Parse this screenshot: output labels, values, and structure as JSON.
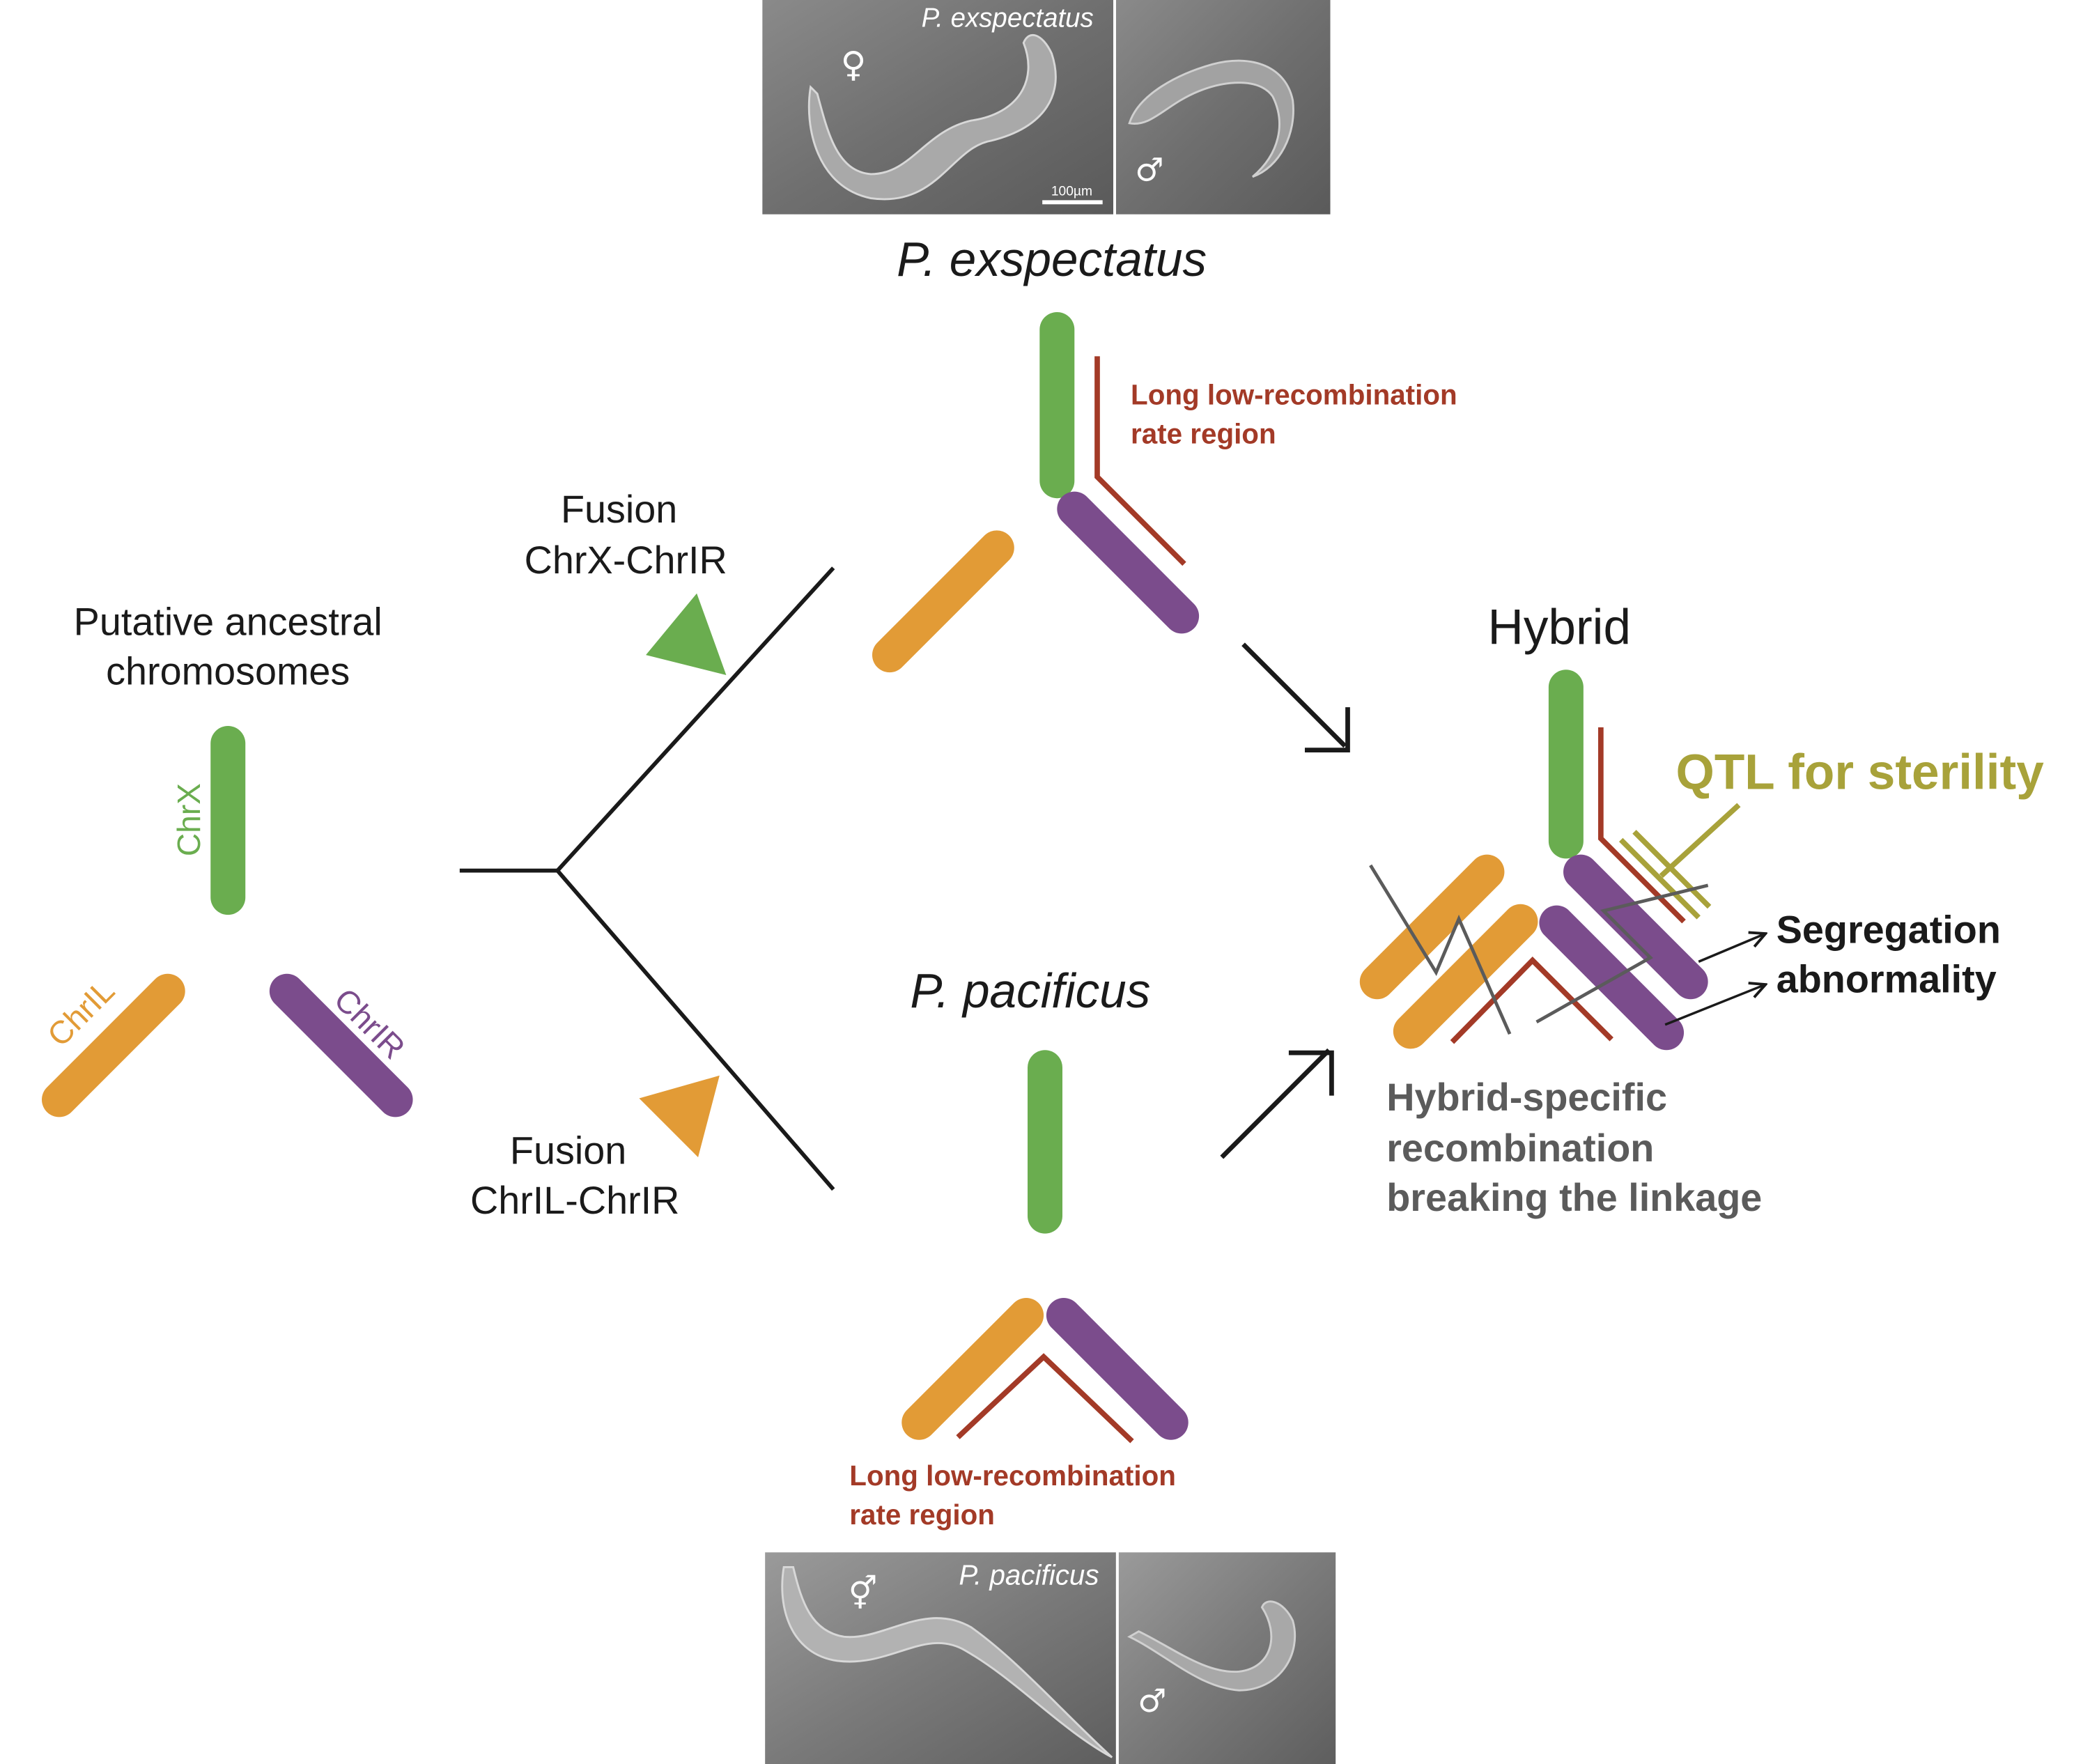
{
  "colors": {
    "chrX": "#6aad4f",
    "chrIL": "#e29b36",
    "chrIR": "#7b4c8c",
    "low_recomb": "#a33a27",
    "qtl": "#a8a23a",
    "tree": "#1a1a1a",
    "recomb_line": "#5b5b5b"
  },
  "photos": {
    "top": {
      "title": "P. exspectatus",
      "female_symbol": "♀",
      "male_symbol": "♂",
      "scale_bar": "100µm"
    },
    "bottom": {
      "title": "P. pacificus",
      "herm_symbol": "⚥",
      "male_symbol": "♂"
    }
  },
  "ancestral": {
    "title_line1": "Putative ancestral",
    "title_line2": "chromosomes",
    "chrX_label": "ChrX",
    "chrIL_label": "ChrIL",
    "chrIR_label": "ChrIR"
  },
  "fusion_top": {
    "line1": "Fusion",
    "line2": "ChrX-ChrIR"
  },
  "fusion_bottom": {
    "line1": "Fusion",
    "line2": "ChrIL-ChrIR"
  },
  "species_top": {
    "name": "P. exspectatus",
    "region_line1": "Long low-recombination",
    "region_line2": "rate region"
  },
  "species_bottom": {
    "name": "P. pacificus",
    "region_line1": "Long low-recombination",
    "region_line2": "rate region"
  },
  "hybrid": {
    "title": "Hybrid",
    "qtl": "QTL for sterility",
    "seg_line1": "Segregation",
    "seg_line2": "abnormality",
    "recomb_line1": "Hybrid-specific",
    "recomb_line2": "recombination",
    "recomb_line3": "breaking the linkage"
  }
}
